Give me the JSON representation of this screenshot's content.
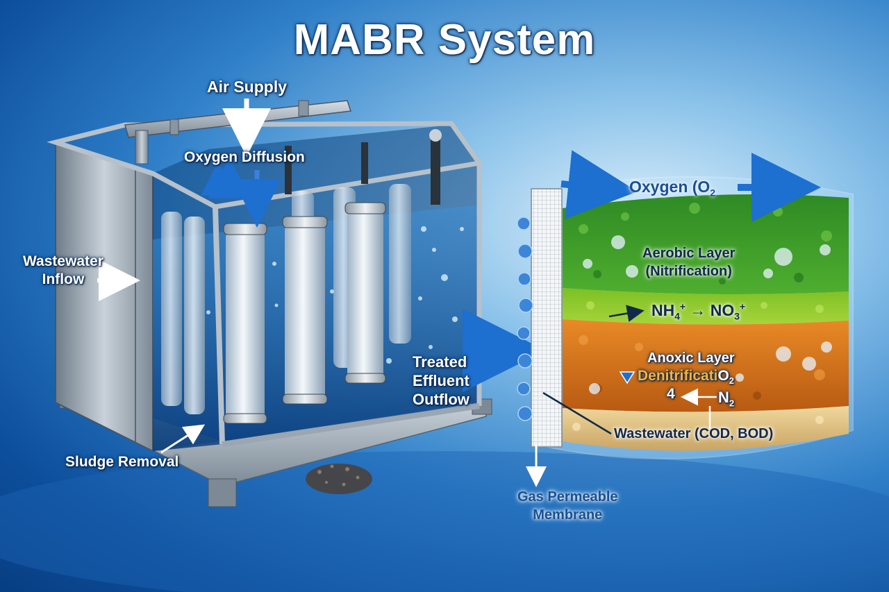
{
  "title": "MABR System",
  "reactor": {
    "air_supply": "Air Supply",
    "oxygen_diffusion": "Oxygen Diffusion",
    "wastewater_inflow_line1": "Wastewater",
    "wastewater_inflow_line2": "Inflow",
    "treated_line1": "Treated",
    "treated_line2": "Effluent",
    "treated_line3": "Outflow",
    "sludge_removal": "Sludge Removal"
  },
  "biofilm": {
    "oxygen": "Oxygen (O",
    "oxygen_sub": "2",
    "aerobic_title": "Aerobic Layer",
    "aerobic_process": "(Nitrification)",
    "nh4": "NH",
    "nh4_sub": "4",
    "nh4_sup": "+",
    "arrow": "→",
    "no3": "NO",
    "no3_sub": "3",
    "no3_sup": "+",
    "anoxic_title": "Anoxic Layer",
    "anoxic_process": "Denitrificati",
    "anoxic_o2": "O",
    "anoxic_o2_sub": "2",
    "stray_4": "4",
    "n2": "N",
    "n2_sub": "2",
    "wastewater": "Wastewater (COD, BOD)",
    "membrane_line1": "Gas Permeable",
    "membrane_line2": "Membrane"
  },
  "colors": {
    "background_deep": "#0d4f9c",
    "background_light": "#dff0fb",
    "aerobic_layer": "#3f9a2e",
    "transition_layer": "#8ecb2a",
    "anoxic_layer": "#d8741e",
    "wastewater_layer": "#e4c98c",
    "steel": "#a9b4bf",
    "arrow_blue": "#1d6fd0"
  }
}
